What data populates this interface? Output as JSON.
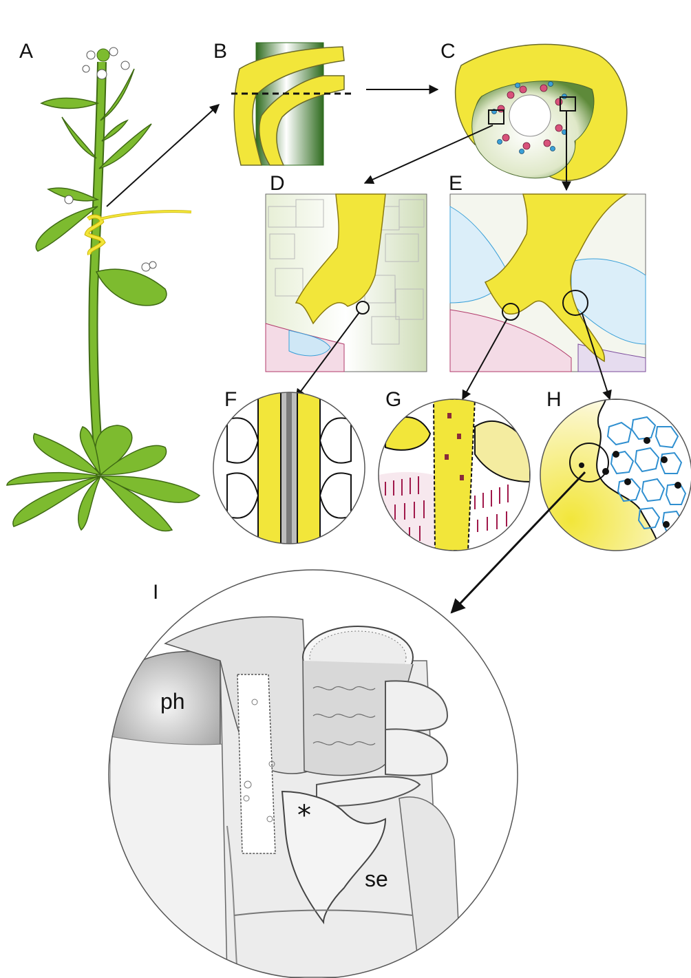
{
  "panels": {
    "A": "A",
    "B": "B",
    "C": "C",
    "D": "D",
    "E": "E",
    "F": "F",
    "G": "G",
    "H": "H",
    "I": "I"
  },
  "detail_labels": {
    "phloem": "ph",
    "asterisk": "*",
    "sieve_element": "se"
  },
  "colors": {
    "plant_green": "#7dbb2f",
    "plant_outline": "#3f6a14",
    "haustorium_yellow": "#f2e63a",
    "xylem_magenta": "#b03a6a",
    "phloem_blue": "#3aa0d8",
    "pencil_grey": "#6e6e6e"
  }
}
